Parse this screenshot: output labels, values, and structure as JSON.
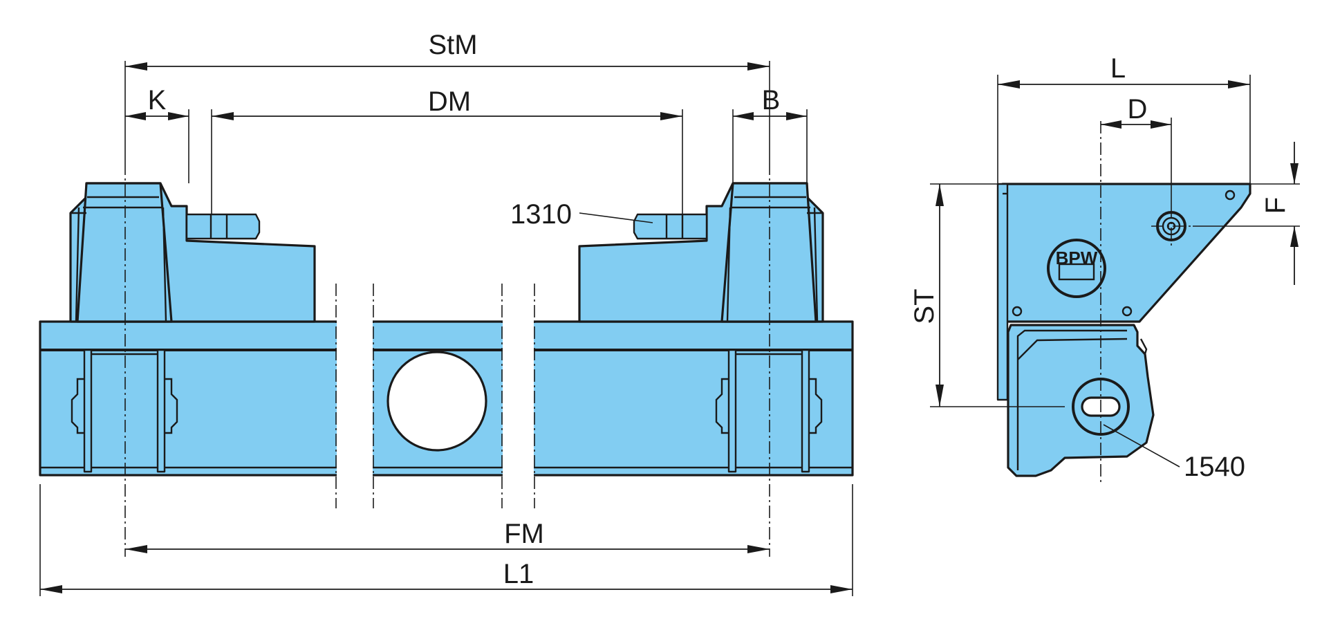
{
  "dimensions": {
    "stm": "StM",
    "k": "K",
    "dm": "DM",
    "b": "B",
    "fm": "FM",
    "l1": "L1",
    "l": "L",
    "d": "D",
    "f": "F",
    "st": "ST"
  },
  "callouts": {
    "part_1310": "1310",
    "part_1540": "1540"
  },
  "logo": {
    "text": "BPW"
  },
  "colors": {
    "part_fill": "#82cdf2",
    "outline": "#1a1a1a",
    "background": "#ffffff"
  }
}
